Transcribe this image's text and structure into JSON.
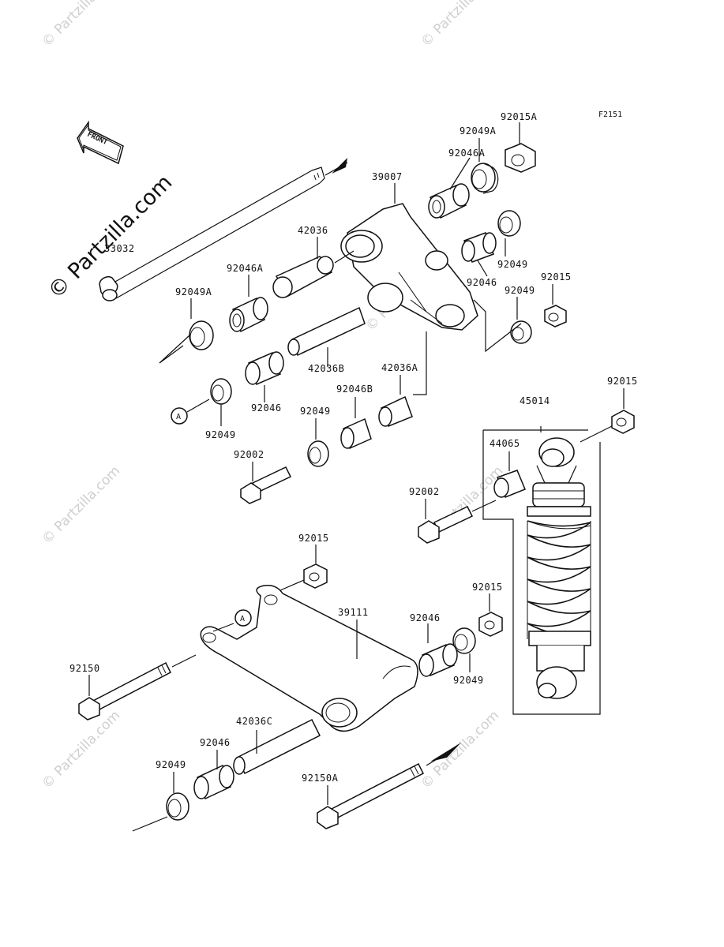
{
  "diagram_code": "F2151",
  "front_label": "FRONT",
  "callout_a": "A",
  "watermark": "© Partzilla.com",
  "labels": {
    "p33032": "33032",
    "p92015A": "92015A",
    "p92049A_top": "92049A",
    "p92046A_top": "92046A",
    "p39007": "39007",
    "p42036": "42036",
    "p92046A_left": "92046A",
    "p92049A_left": "92049A",
    "p92049_r1": "92049",
    "p92046_r1": "92046",
    "p92015_r1": "92015",
    "p92049_r2": "92049",
    "p42036B": "42036B",
    "p42036A": "42036A",
    "p92046B": "92046B",
    "p92046_l": "92046",
    "p92049_mid": "92049",
    "p92049_l": "92049",
    "p92002_l": "92002",
    "p92015_shock": "92015",
    "p45014": "45014",
    "p44065": "44065",
    "p92002_r": "92002",
    "p92015_mid": "92015",
    "p39111": "39111",
    "p92015_low": "92015",
    "p92046_low": "92046",
    "p92049_low": "92049",
    "p92150": "92150",
    "p42036C": "42036C",
    "p92046_bot": "92046",
    "p92049_bot": "92049",
    "p92150A": "92150A"
  }
}
